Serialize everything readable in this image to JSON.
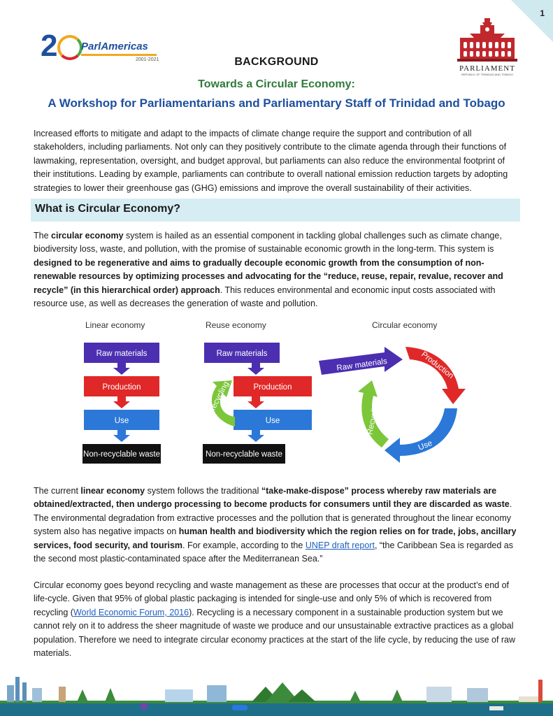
{
  "page": {
    "number": "1"
  },
  "logos": {
    "parlamericas": {
      "numeral": "2",
      "name": "ParlAmericas",
      "years": "2001-2021"
    },
    "parliament": {
      "name": "PARLIAMENT",
      "subtitle": "REPUBLIC OF TRINIDAD AND TOBAGO"
    }
  },
  "header": {
    "label": "BACKGROUND",
    "title": "Towards a Circular Economy:",
    "subtitle": "A Workshop for Parliamentarians and Parliamentary Staff of Trinidad and Tobago"
  },
  "intro": "Increased efforts to mitigate and adapt to the impacts of climate change require the support and contribution of all stakeholders, including parliaments. Not only can they positively contribute to the climate agenda through their functions of lawmaking, representation, oversight, and budget approval, but parliaments can also reduce the environmental footprint of their institutions. Leading by example, parliaments can contribute to overall national emission reduction targets by adopting strategies to lower their greenhouse gas (GHG) emissions and improve the overall sustainability of their activities.",
  "section_title": "What is Circular Economy?",
  "para2": {
    "s1": "The ",
    "b1": "circular economy",
    "s2": " system is hailed as an essential component in tackling global challenges such as climate change, biodiversity loss, waste, and pollution, with the promise of sustainable economic growth in the long-term. This system is ",
    "b2": "designed to be regenerative and aims to gradually decouple economic growth from the consumption of non-renewable resources by optimizing processes and advocating for the “reduce, reuse, repair, revalue, recover and recycle” (in this hierarchical order) approach",
    "s3": ". This reduces environmental and economic input costs associated with resource use, as well as decreases the generation of waste and pollution."
  },
  "diagram": {
    "linear": {
      "title": "Linear economy",
      "raw": "Raw materials",
      "production": "Production",
      "use": "Use",
      "waste": "Non-recyclable waste"
    },
    "reuse": {
      "title": "Reuse economy",
      "raw": "Raw materials",
      "production": "Production",
      "use": "Use",
      "waste": "Non-recyclable waste",
      "recycling": "Recycling"
    },
    "circular": {
      "title": "Circular economy",
      "raw": "Raw materials",
      "production": "Production",
      "use": "Use",
      "recycling": "Recycling"
    },
    "colors": {
      "raw": "#4b2fb0",
      "production": "#e02828",
      "use": "#2b78d8",
      "waste": "#111111",
      "recycling": "#7cc63a"
    }
  },
  "para3": {
    "s1": "The current ",
    "b1": "linear economy",
    "s2": " system follows the traditional ",
    "b2": "“take-make-dispose” process whereby raw materials are obtained/extracted, then undergo processing to become products for consumers until they are discarded as waste",
    "s3": ". The environmental degradation from extractive processes and the pollution that is generated throughout the linear economy system also has negative impacts on ",
    "b3": "human health and biodiversity which the region relies on for trade, jobs, ancillary services, food security, and tourism",
    "s4": ". For example, according to the ",
    "link": "UNEP draft report",
    "s5": ", “the Caribbean Sea is regarded as the second most plastic-contaminated space after the Mediterranean Sea.”"
  },
  "para4": {
    "s1": "Circular economy goes beyond recycling and waste management as these are processes that occur at the product’s end of life-cycle. Given that 95% of global plastic packaging is intended for single-use and only 5% of which is recovered from recycling (",
    "link": "World Economic Forum, 2016",
    "s2": "). Recycling is a necessary component in a sustainable production system but we cannot rely on it to address the sheer magnitude of waste we produce and our unsustainable extractive practices as a global population. Therefore we need to integrate circular economy practices at the start of the life cycle, by reducing the use of raw materials."
  }
}
